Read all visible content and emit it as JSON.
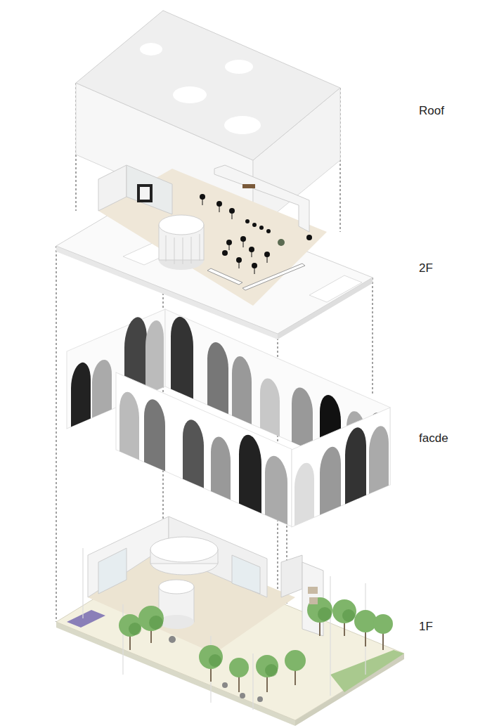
{
  "diagram": {
    "labels": [
      "Roof",
      "2F",
      "facde",
      "1F"
    ]
  }
}
